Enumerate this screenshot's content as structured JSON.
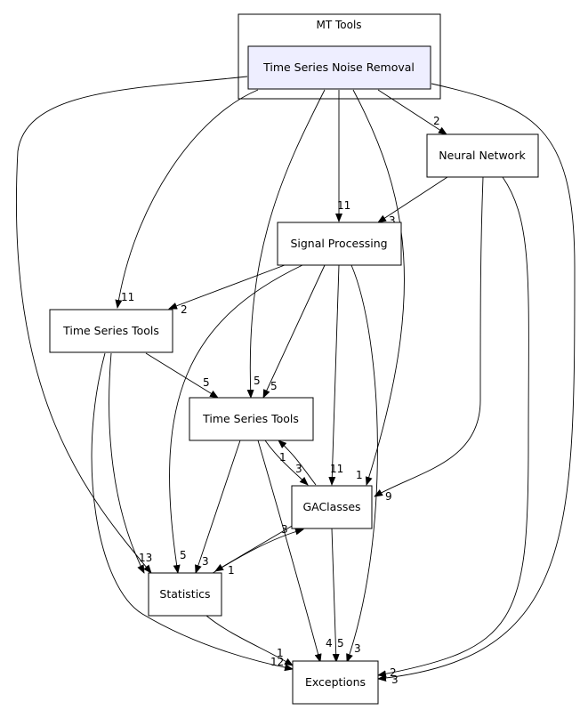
{
  "cluster": {
    "title": "MT Tools"
  },
  "nodes": {
    "noise_removal": "Time Series Noise Removal",
    "neural_network": "Neural Network",
    "signal_processing": "Signal Processing",
    "ts_tools_a": "Time Series Tools",
    "ts_tools_b": "Time Series Tools",
    "gaclasses": "GAClasses",
    "statistics": "Statistics",
    "exceptions": "Exceptions"
  },
  "edge_labels": {
    "nr_nn": "2",
    "nr_sp": "11",
    "nn_sp": "3",
    "nr_tsa": "11",
    "sp_tsa": "2",
    "tsa_tsb": "5",
    "nr_tsb": "5",
    "sp_tsb": "5",
    "tsb_ga": "3",
    "ga_tsb": "1",
    "sp_ga": "11",
    "nr_ga": "1",
    "nn_ga": "9",
    "nr_st": "13",
    "sp_st": "5",
    "tsb_st": "3",
    "st_ga": "3",
    "ga_st": "1",
    "tsa_ex": "12",
    "st_ex": "1",
    "tsb_ex": "4",
    "ga_ex": "5",
    "sp_ex": "3",
    "nn_ex": "2",
    "nr_ex": "3"
  }
}
